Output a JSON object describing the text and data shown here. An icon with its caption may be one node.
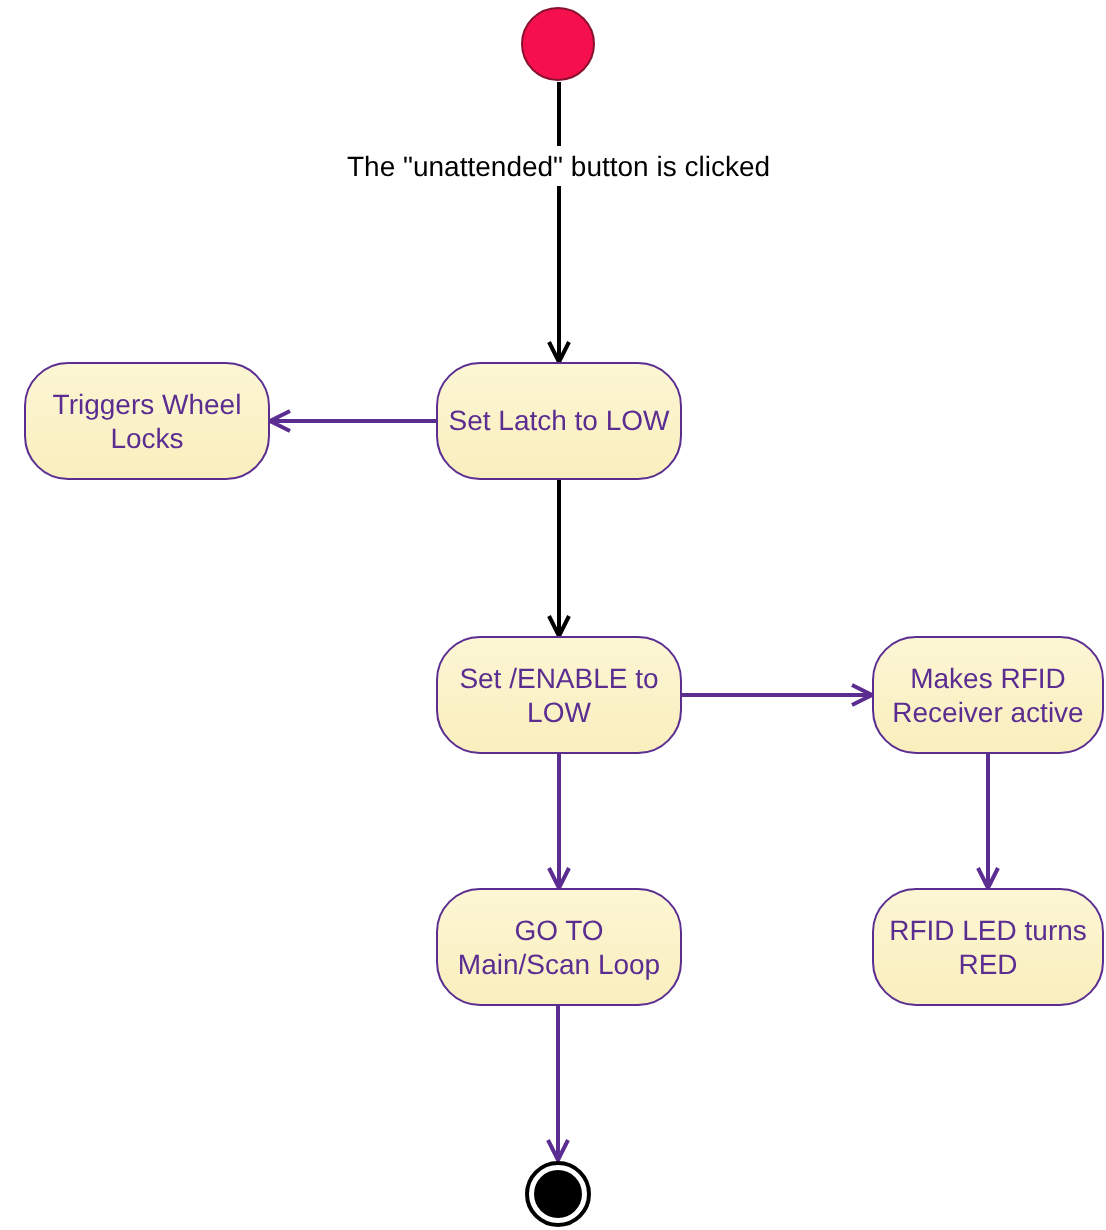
{
  "diagram": {
    "nodes": [
      {
        "text": [],
        "shape": "circle"
      },
      {
        "text": [
          "Set Latch to LOW"
        ]
      },
      {
        "text": [
          "Triggers Wheel Locks"
        ]
      },
      {
        "text": [
          "Set /ENABLE to LOW"
        ]
      },
      {
        "text": [
          "Makes RFID Receiver active"
        ]
      },
      {
        "text": [
          "GO TO Main/Scan Loop"
        ]
      },
      {
        "text": [
          "RFID LED turns RED"
        ]
      },
      {
        "text": [],
        "shape": "circle"
      }
    ],
    "edges": [
      {
        "from": 0,
        "to": 1,
        "arrow": "to",
        "label": "The \"unattended\" button is clicked",
        "color": "#000000"
      },
      {
        "from": 1,
        "to": 2,
        "arrow": "to"
      },
      {
        "from": 1,
        "to": 3,
        "arrow": "to",
        "color": "#000000"
      },
      {
        "from": 3,
        "to": 4,
        "arrow": "to"
      },
      {
        "from": 3,
        "to": 5,
        "arrow": "to"
      },
      {
        "from": 4,
        "to": 6,
        "arrow": "to"
      },
      {
        "from": 5,
        "to": 7,
        "arrow": "to"
      }
    ]
  }
}
